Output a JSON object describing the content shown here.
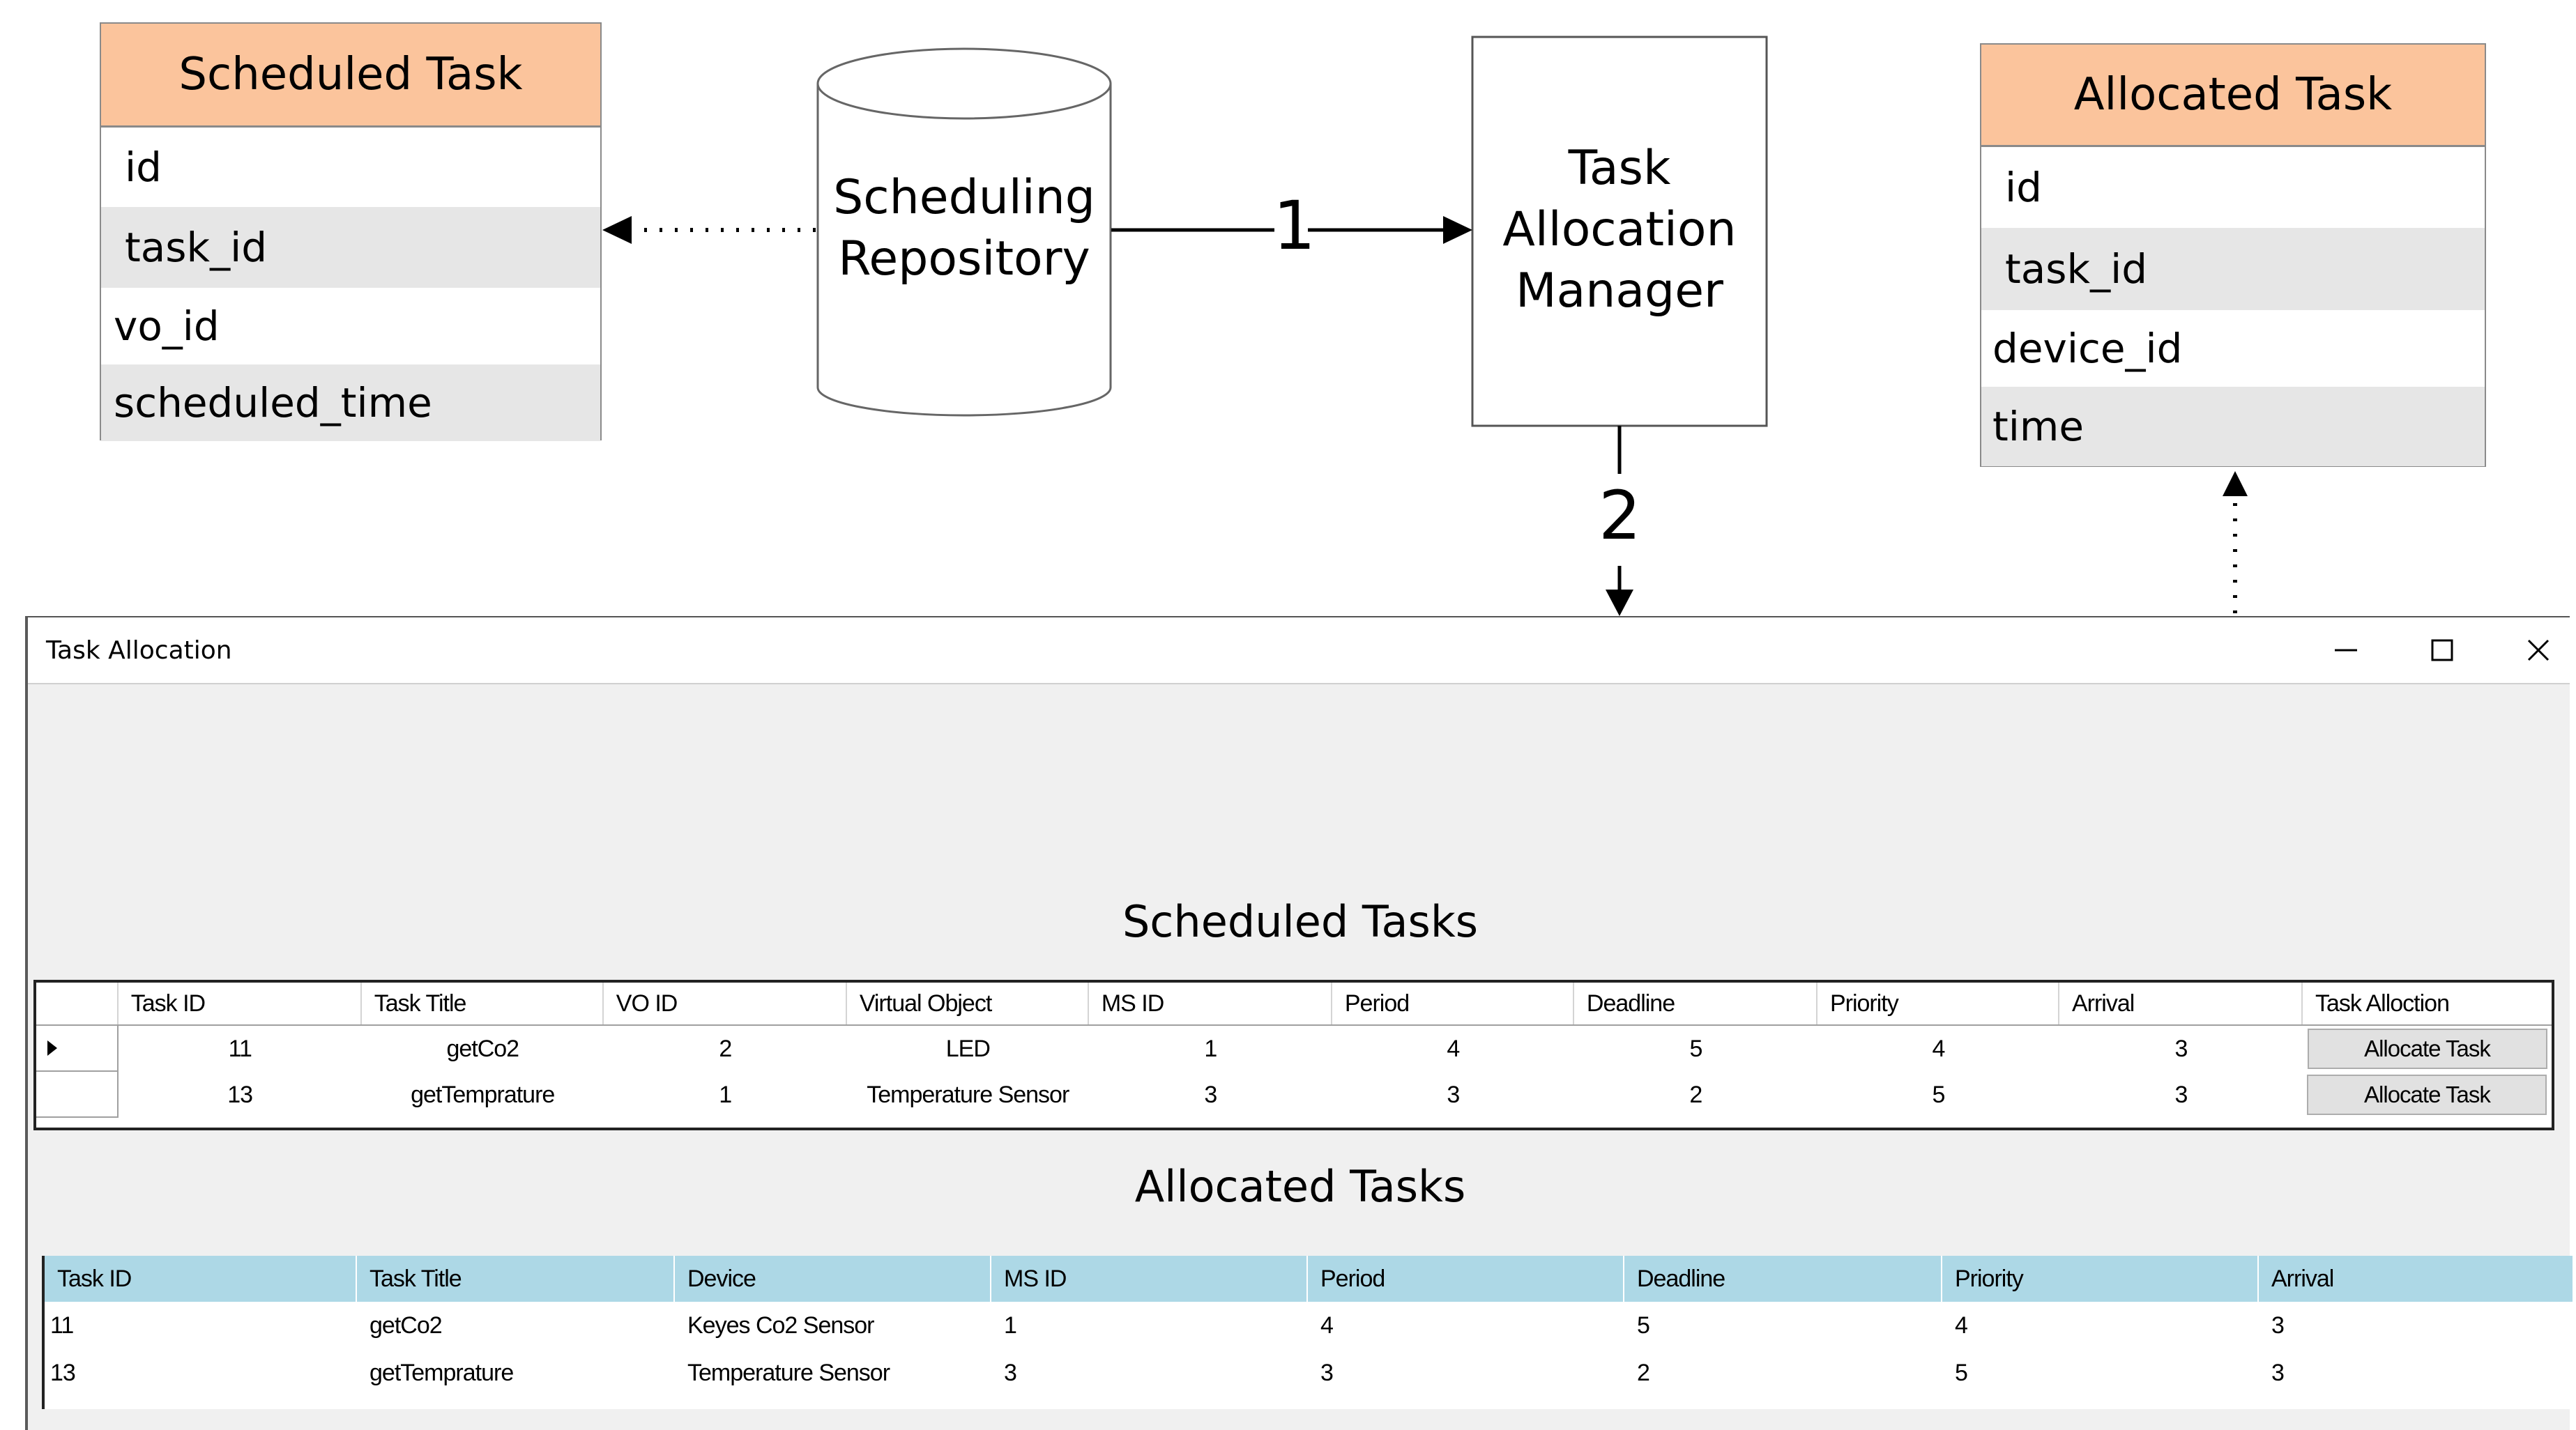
{
  "scheduled_task_entity": {
    "title": "Scheduled Task",
    "fields": [
      "id",
      "task_id",
      "vo_id",
      "scheduled_time"
    ]
  },
  "allocated_task_entity": {
    "title": "Allocated Task",
    "fields": [
      "id",
      "task_id",
      "device_id",
      "time"
    ]
  },
  "scheduling_repository": {
    "label": "Scheduling\nRepository"
  },
  "task_allocation_manager": {
    "label": "Task\nAllocation\nManager"
  },
  "arrows": {
    "step1": "1",
    "step2": "2"
  },
  "window": {
    "title": "Task Allocation",
    "minimize_icon": "minimize-icon",
    "maximize_icon": "maximize-icon",
    "close_icon": "close-icon"
  },
  "scheduled_tasks": {
    "heading": "Scheduled Tasks",
    "columns": [
      "Task ID",
      "Task Title",
      "VO ID",
      "Virtual Object",
      "MS ID",
      "Period",
      "Deadline",
      "Priority",
      "Arrival",
      "Task Alloction"
    ],
    "rows": [
      {
        "task_id": "11",
        "task_title": "getCo2",
        "vo_id": "2",
        "virtual_object": "LED",
        "ms_id": "1",
        "period": "4",
        "deadline": "5",
        "priority": "4",
        "arrival": "3",
        "button": "Allocate Task",
        "selected": true
      },
      {
        "task_id": "13",
        "task_title": "getTemprature",
        "vo_id": "1",
        "virtual_object": "Temperature Sensor",
        "ms_id": "3",
        "period": "3",
        "deadline": "2",
        "priority": "5",
        "arrival": "3",
        "button": "Allocate Task",
        "selected": false
      }
    ]
  },
  "allocated_tasks": {
    "heading": "Allocated Tasks",
    "columns": [
      "Task ID",
      "Task Title",
      "Device",
      "MS ID",
      "Period",
      "Deadline",
      "Priority",
      "Arrival"
    ],
    "rows": [
      {
        "task_id": "11",
        "task_title": "getCo2",
        "device": "Keyes Co2 Sensor",
        "ms_id": "1",
        "period": "4",
        "deadline": "5",
        "priority": "4",
        "arrival": "3"
      },
      {
        "task_id": "13",
        "task_title": "getTemprature",
        "device": "Temperature Sensor",
        "ms_id": "3",
        "period": "3",
        "deadline": "2",
        "priority": "5",
        "arrival": "3"
      }
    ]
  },
  "colors": {
    "entity_header": "#fbc49c",
    "grid2_header": "#add8e6",
    "window_bg": "#f0f0f0"
  }
}
